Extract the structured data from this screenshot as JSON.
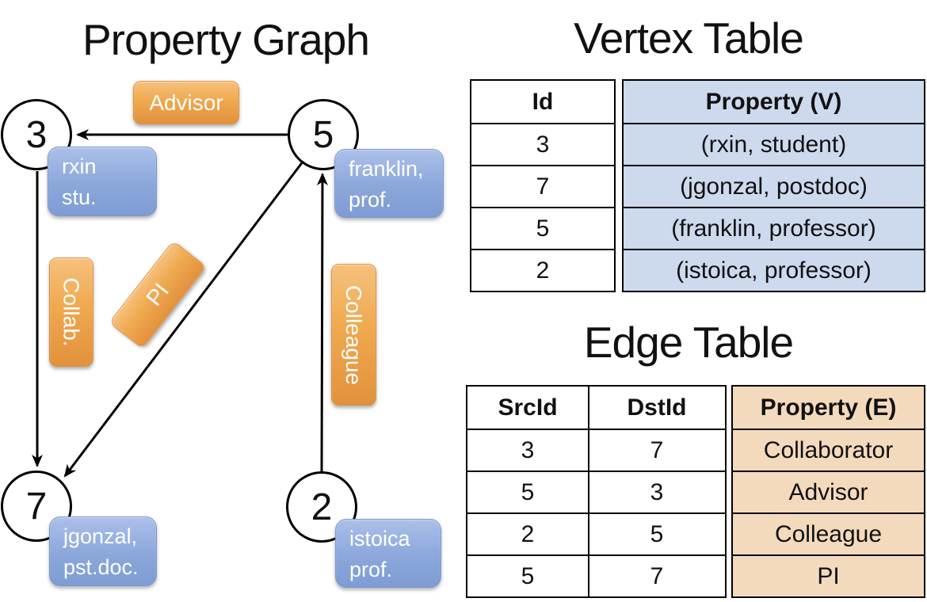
{
  "titles": {
    "graph": "Property Graph",
    "vertex": "Vertex Table",
    "edge": "Edge Table"
  },
  "graph": {
    "nodes": [
      {
        "id": "3",
        "prop": [
          "rxin",
          "stu."
        ]
      },
      {
        "id": "5",
        "prop": [
          "franklin,",
          "prof."
        ]
      },
      {
        "id": "7",
        "prop": [
          "jgonzal,",
          "pst.doc."
        ]
      },
      {
        "id": "2",
        "prop": [
          "istoica",
          "prof."
        ]
      }
    ],
    "edge_labels": [
      "Advisor",
      "Collab.",
      "PI",
      "Colleague"
    ],
    "edges": [
      {
        "from": "5",
        "to": "3",
        "label": "Advisor"
      },
      {
        "from": "3",
        "to": "7",
        "label": "Collab."
      },
      {
        "from": "5",
        "to": "7",
        "label": "PI"
      },
      {
        "from": "2",
        "to": "5",
        "label": "Colleague"
      }
    ]
  },
  "vertex_table": {
    "headers": [
      "Id",
      "Property (V)"
    ],
    "rows": [
      [
        "3",
        "(rxin, student)"
      ],
      [
        "7",
        "(jgonzal, postdoc)"
      ],
      [
        "5",
        "(franklin, professor)"
      ],
      [
        "2",
        "(istoica, professor)"
      ]
    ]
  },
  "edge_table": {
    "headers": [
      "SrcId",
      "DstId",
      "Property (E)"
    ],
    "rows": [
      [
        "3",
        "7",
        "Collaborator"
      ],
      [
        "5",
        "3",
        "Advisor"
      ],
      [
        "2",
        "5",
        "Colleague"
      ],
      [
        "5",
        "7",
        "PI"
      ]
    ]
  },
  "colors": {
    "node_fill": "#ffffff",
    "edge_line": "#000000",
    "edge_label_orange": "#eda94f",
    "vertex_prop_blue": "#8ba7db",
    "vertex_table_cell": "#cdd9ed",
    "edge_table_cell": "#f4dabd"
  }
}
